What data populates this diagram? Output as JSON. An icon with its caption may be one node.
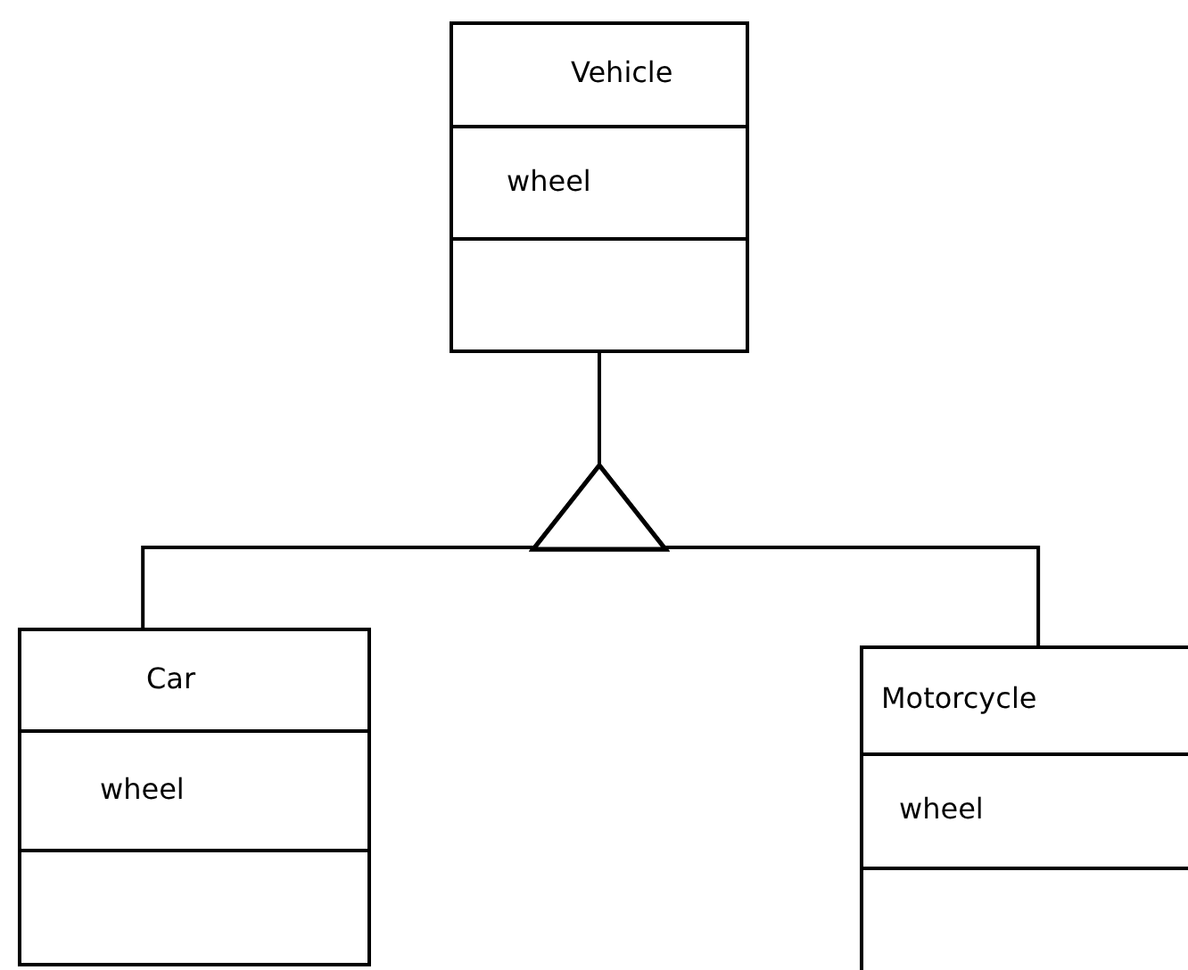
{
  "diagram": {
    "nodes": [
      {
        "text": [
          "Vehicle",
          "wheel"
        ]
      },
      {
        "text": [
          "Car",
          "wheel"
        ]
      },
      {
        "text": [
          "Motorcycle",
          "wheel"
        ]
      }
    ],
    "edges": [
      {
        "from": 1,
        "to": 0,
        "arrow": "to"
      },
      {
        "from": 2,
        "to": 0,
        "arrow": "to"
      }
    ]
  }
}
